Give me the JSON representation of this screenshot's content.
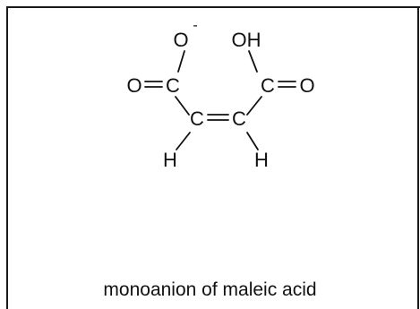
{
  "atoms": {
    "o_left": "O",
    "o_left_charge": "-",
    "oh_right": "OH",
    "o_dbl_left": "O",
    "c_carb_left": "C",
    "c_carb_right": "C",
    "o_dbl_right": "O",
    "c_alk_left": "C",
    "c_alk_right": "C",
    "h_left": "H",
    "h_right": "H"
  },
  "caption": "monoanion of maleic acid"
}
